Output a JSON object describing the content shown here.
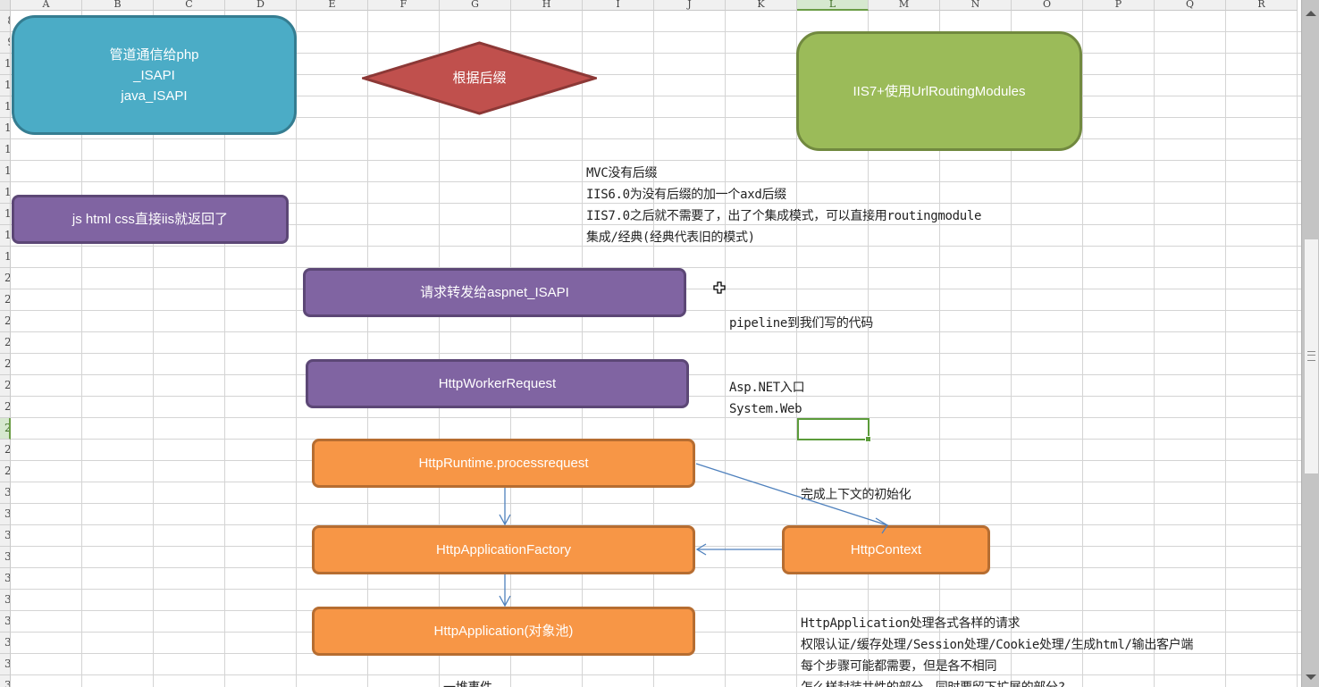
{
  "columns": [
    "A",
    "B",
    "C",
    "D",
    "E",
    "F",
    "G",
    "H",
    "I",
    "J",
    "K",
    "L",
    "M",
    "N",
    "O",
    "P",
    "Q",
    "R"
  ],
  "selected_column": "L",
  "first_row": 8,
  "row_count": 32,
  "selected_row": 27,
  "selected_cell": "L27",
  "shapes": {
    "pipe_php": {
      "lines": [
        "管道通信给php",
        "_ISAPI",
        "java_ISAPI"
      ],
      "color": "#4bacc6"
    },
    "by_suffix": {
      "label": "根据后缀",
      "color": "#c0504d"
    },
    "iis7_routing": {
      "label": "IIS7+使用UrlRoutingModules",
      "color": "#9bbb59"
    },
    "static_return": {
      "label": "js html css直接iis就返回了",
      "color": "#8064a2"
    },
    "forward_isapi": {
      "label": "请求转发给aspnet_ISAPI",
      "color": "#8064a2"
    },
    "worker_request": {
      "label": "HttpWorkerRequest",
      "color": "#8064a2"
    },
    "runtime_process": {
      "label": "HttpRuntime.processrequest",
      "color": "#f79646"
    },
    "app_factory": {
      "label": "HttpApplicationFactory",
      "color": "#f79646"
    },
    "http_context": {
      "label": "HttpContext",
      "color": "#f79646"
    },
    "http_application": {
      "label": "HttpApplication(对象池)",
      "color": "#f79646"
    }
  },
  "notes": {
    "mvc": [
      "MVC没有后缀",
      "IIS6.0为没有后缀的加一个axd后缀",
      "IIS7.0之后就不需要了，出了个集成模式，可以直接用routingmodule",
      "集成/经典(经典代表旧的模式)"
    ],
    "pipeline": "pipeline到我们写的代码",
    "entry": [
      "Asp.NET入口",
      "System.Web"
    ],
    "context_init": "完成上下文的初始化",
    "application": [
      "HttpApplication处理各式各样的请求",
      "权限认证/缓存处理/Session处理/Cookie处理/生成html/输出客户端",
      "每个步骤可能都需要，但是各不相同",
      "怎么样封装共性的部分，同时要留下扩展的部分?"
    ],
    "events": "一堆事件"
  },
  "connector_color": "#4f81bd"
}
